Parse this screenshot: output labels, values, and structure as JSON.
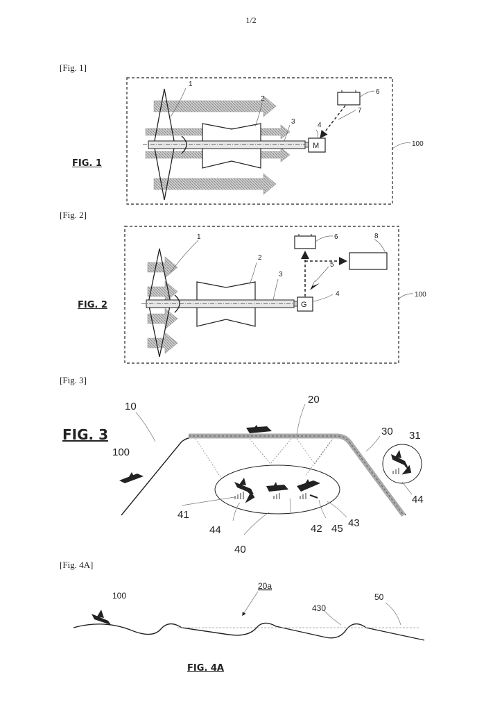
{
  "page_number": "1/2",
  "fig1": {
    "tag": "[Fig. 1]",
    "label": "FIG. 1",
    "refs": {
      "r1": "1",
      "r2": "2",
      "r3": "3",
      "r4": "4",
      "r6": "6",
      "r7": "7",
      "r100": "100"
    },
    "motor_letter": "M"
  },
  "fig2": {
    "tag": "[Fig. 2]",
    "label": "FIG. 2",
    "refs": {
      "r1": "1",
      "r2": "2",
      "r3": "3",
      "r4": "4",
      "r5": "5",
      "r6": "6",
      "r8": "8",
      "r100": "100"
    },
    "generator_letter": "G"
  },
  "fig3": {
    "tag": "[Fig. 3]",
    "label": "FIG. 3",
    "refs": {
      "r10": "10",
      "r20": "20",
      "r30": "30",
      "r31": "31",
      "r100": "100",
      "r40": "40",
      "r41": "41",
      "r42": "42",
      "r43": "43",
      "r44a": "44",
      "r44b": "44",
      "r45": "45"
    }
  },
  "fig4a": {
    "tag": "[Fig. 4A]",
    "label": "FIG. 4A",
    "refs": {
      "r100": "100",
      "r20a": "20a",
      "r430": "430",
      "r50": "50"
    }
  }
}
